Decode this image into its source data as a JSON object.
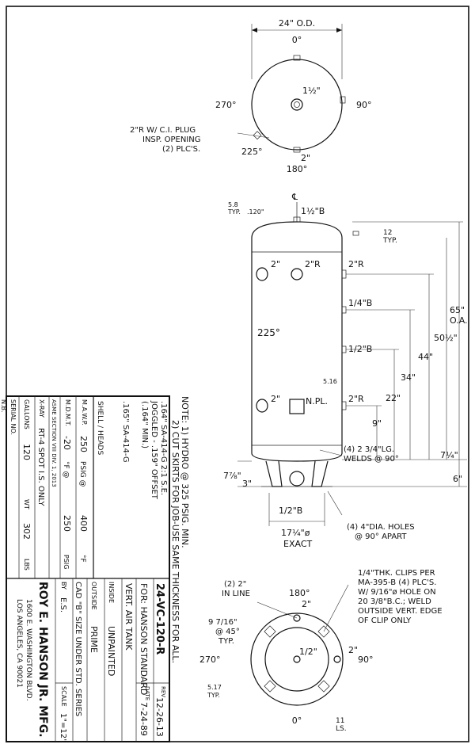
{
  "top_view": {
    "od": "24\" O.D.",
    "deg0": "0°",
    "deg90": "90°",
    "deg180": "180°",
    "deg270": "270°",
    "deg225": "225°",
    "center_conn": "1½\"",
    "bottom_conn": "2\"",
    "plug_note": [
      "2\"R W/ C.I. PLUG",
      "INSP. OPENING",
      "(2) PLC'S."
    ]
  },
  "elevation": {
    "weld": [
      "5.8",
      "TYP."
    ],
    "weld_dim": ".120\"",
    "cl": "℄",
    "top_conn": "1½\"B",
    "lug": "12",
    "lug_typ": "TYP.",
    "conn_2in_upper": "2\"",
    "conn_2R_upper_center": "2\"R",
    "conn_2R_upper_right": "2\"R",
    "conn_quarter": "1/4\"B",
    "conn_half": "1/2\"B",
    "angle_225": "225°",
    "weld_516": "5.16",
    "nameplate": "N.PL.",
    "conn_2in_lower": "2\"",
    "conn_2R_lower": "2\"R",
    "dim_65": "65\"",
    "dim_oa": "O.A.",
    "dim_50": "50½\"",
    "dim_44": "44\"",
    "dim_34": "34\"",
    "dim_22": "22\"",
    "dim_9": "9\"",
    "dim_7q": "7¼\"",
    "dim_6": "6\"",
    "dim_7e": "7⅞\"",
    "dim_3": "3\"",
    "legs_note": [
      "(4) 2 3/4\"LG.",
      "WELDS @ 90°"
    ],
    "bottom_drain": "1/2\"B",
    "leg_span": "17¼\"ø",
    "exact": "EXACT",
    "holes_note": [
      "(4) 4\"DIA. HOLES",
      "@ 90° APART"
    ]
  },
  "bottom_view": {
    "deg0": "0°",
    "deg90": "90°",
    "deg180": "180°",
    "deg270": "270°",
    "inline": [
      "(2) 2\"",
      "IN LINE"
    ],
    "offset": [
      "9 7/16\"",
      "@ 45°",
      "TYP."
    ],
    "top_conn": "2\"",
    "center_conn": "1/2\"",
    "right_conn": "2\"",
    "weld": [
      "5.17",
      "TYP."
    ],
    "lug": "11",
    "lug_typ": "LS.",
    "clips_note": [
      "1/4\"THK. CLIPS PER",
      "MA-395-B (4) PLC'S.",
      "W/ 9/16\"ø HOLE ON",
      "20 3/8\"B.C.; WELD",
      "OUTSIDE VERT. EDGE",
      "OF CLIP ONLY"
    ]
  },
  "title_block": {
    "notes": [
      "NOTE: 1) HYDRO @ 325 PSIG. MIN.",
      "2) CUT SKIRTS FOR JOB-USE SAME THICKNESS FOR ALL."
    ],
    "shell_heads_label": "SHELL / HEADS",
    "shell_spec": [
      ".164\" SA-414-G  2:1 S.E.",
      "JOGGLED - .159\" OFFSET",
      "(.164\" MIN.)"
    ],
    "head_spec": ".165\" SA-414-G",
    "mawp": {
      "label": "M.A.W.P.",
      "psig": "250",
      "psig_unit": "PSIG @",
      "temp": "400",
      "temp_unit": "°F"
    },
    "mdmt": {
      "label": "M.D.M.T.",
      "temp": "-20",
      "unit": "°F @",
      "psig": "250",
      "psig_unit": "PSIG"
    },
    "asme": "ASME SECTION VIII DIV. 1, 2013",
    "xray": {
      "label": "X-RAY",
      "value": "RT-4 SPOT I.S. ONLY"
    },
    "gallons": {
      "label": "GALLONS",
      "value": "120",
      "wt_label": "WT",
      "wt_value": "302",
      "wt_unit": "LBS"
    },
    "serial_label": "SERIAL NO.",
    "nb_label": "N.B.",
    "part_no": "24-VC-120-R",
    "rev": {
      "label": "REV",
      "value": "12-26-13"
    },
    "for": "FOR: HANSON STANDARD",
    "date": {
      "label": "DATE",
      "value": "7-24-89"
    },
    "title": "VERT. AIR TANK",
    "inside": {
      "label": "INSIDE",
      "value": "UNPAINTED"
    },
    "outside": {
      "label": "OUTSIDE",
      "value": "PRIME"
    },
    "cad": "CAD \"B\" SIZE UNDER STD. SERIES",
    "by": {
      "label": "BY",
      "value": "E.S."
    },
    "scale": {
      "label": "SCALE",
      "value": "1\"=12\""
    },
    "company": "ROY E. HANSON JR. MFG.",
    "address": [
      "1600 E. WASHINGTON BLVD.",
      "LOS ANGELES, CA 90021"
    ]
  }
}
